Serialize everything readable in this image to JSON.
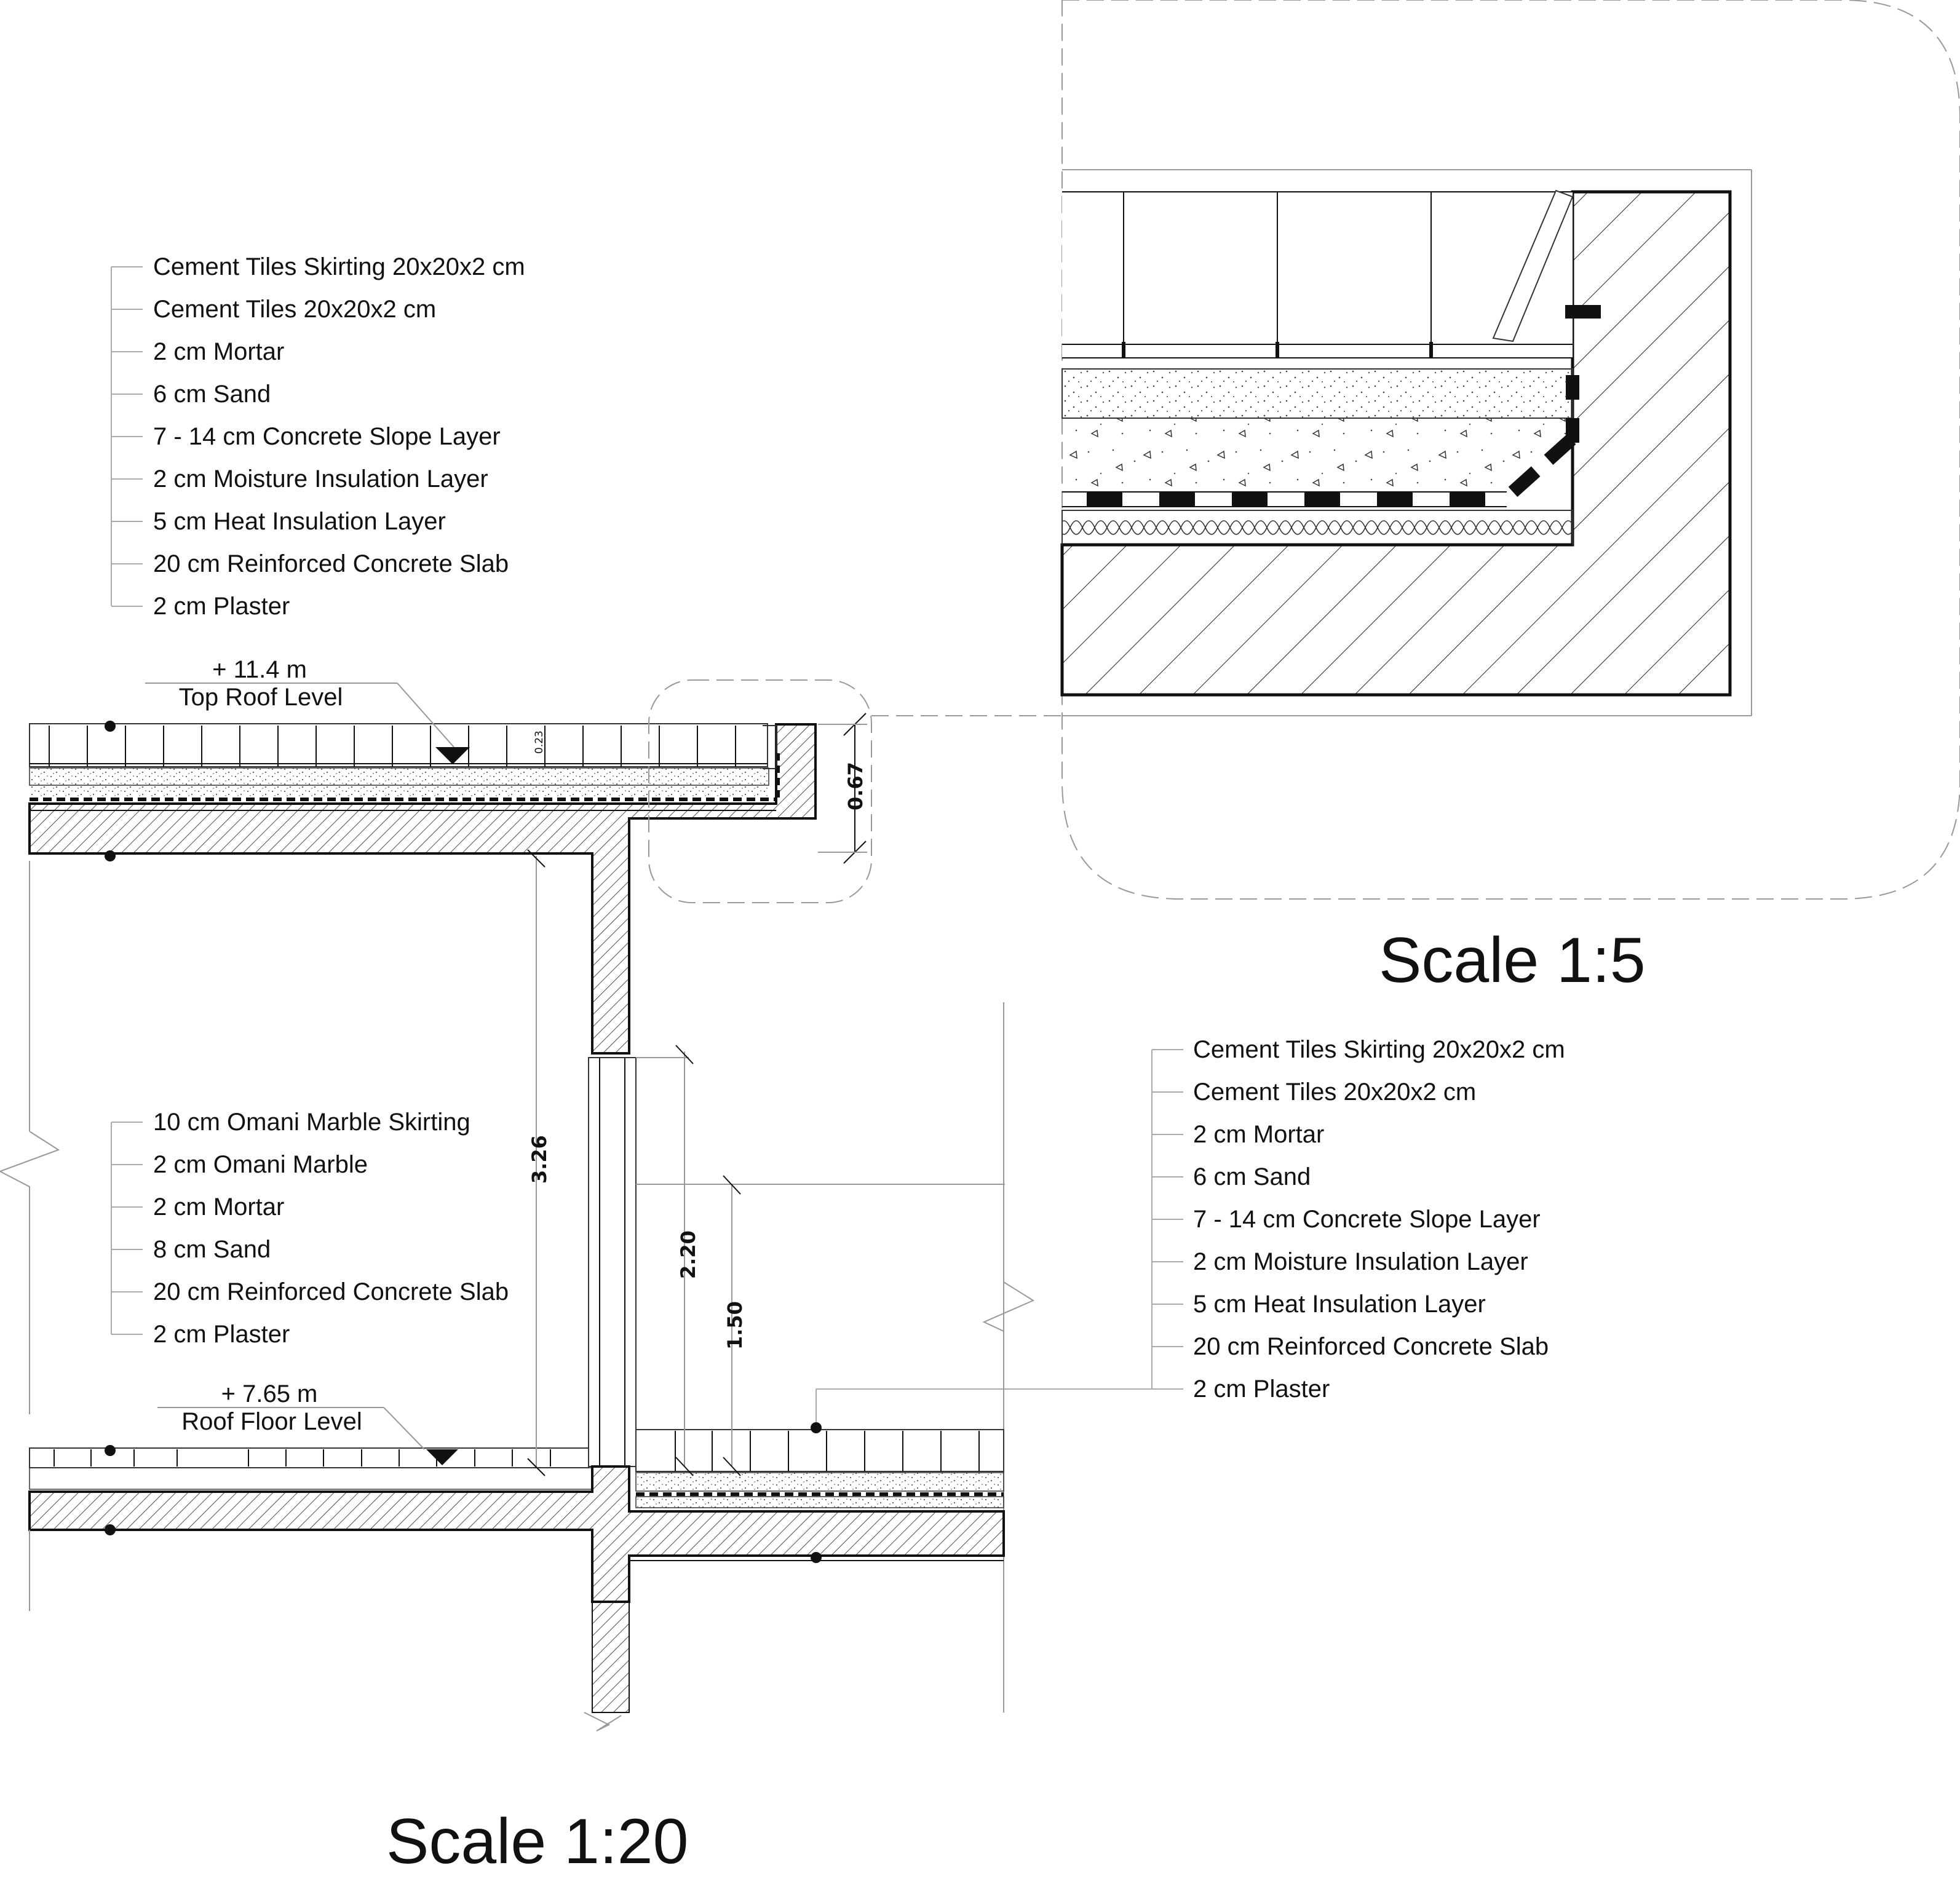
{
  "notes": {
    "top_roof": [
      "Cement Tiles Skirting 20x20x2 cm",
      "Cement Tiles 20x20x2 cm",
      "2 cm Mortar",
      "6 cm Sand",
      "7 - 14 cm Concrete Slope Layer",
      "2 cm Moisture Insulation Layer",
      "5 cm Heat Insulation Layer",
      "20 cm Reinforced Concrete Slab",
      "2 cm Plaster"
    ],
    "roof_floor": [
      "10 cm Omani Marble Skirting",
      "2 cm Omani Marble",
      "2 cm Mortar",
      "8 cm Sand",
      "20 cm Reinforced Concrete Slab",
      "2 cm Plaster"
    ],
    "lower_roof": [
      "Cement Tiles Skirting 20x20x2 cm",
      "Cement Tiles 20x20x2 cm",
      "2 cm Mortar",
      "6 cm Sand",
      "7 - 14 cm Concrete Slope Layer",
      "2 cm Moisture Insulation Layer",
      "5 cm Heat Insulation Layer",
      "20 cm Reinforced Concrete Slab",
      "2 cm Plaster"
    ]
  },
  "levels": {
    "top": {
      "elevation": "+ 11.4 m",
      "name": "Top Roof Level"
    },
    "floor": {
      "elevation": "+ 7.65 m",
      "name": "Roof Floor Level"
    }
  },
  "dimensions": {
    "parapet": "0.67",
    "tile_layer": "0.23",
    "floor_height": "3.26",
    "door_height": "2.20",
    "sill_height": "1.50"
  },
  "scales": {
    "section": "Scale 1:20",
    "detail": "Scale 1:5"
  }
}
